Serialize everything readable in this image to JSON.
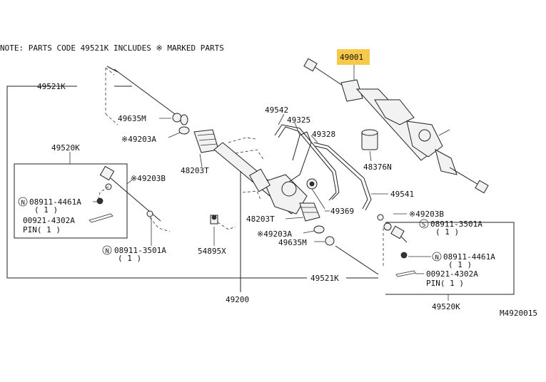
{
  "note": "NOTE: PARTS CODE 49521K INCLUDES ※ MARKED PARTS",
  "figure_code": "M4920015",
  "highlight_color": "#f7c948",
  "labels": {
    "p49001": "49001",
    "p49521k_top": "49521K",
    "p49635m_top": "49635M",
    "p49203a_top": "※49203A",
    "p49520k_left": "49520K",
    "p49203b_left": "※49203B",
    "p08911_4461a_left": "08911-4461A",
    "p08911_4461a_left_qty": "( 1 )",
    "p00921_4302a_left": "00921-4302A",
    "p_pin_left": "PIN( 1 )",
    "p08911_3501a_left": "08911-3501A",
    "p08911_3501a_left_qty": "( 1 )",
    "p48203t_top": "48203T",
    "p54895x": "54895X",
    "p49200": "49200",
    "p49542": "49542",
    "p49325": "49325",
    "p49328": "49328",
    "p48376n": "48376N",
    "p49541": "49541",
    "p49369": "49369",
    "p48203t_bottom": "48203T",
    "p49203a_bottom": "※49203A",
    "p49635m_bottom": "49635M",
    "p49521k_bottom": "49521K",
    "p49203b_right": "※49203B",
    "p08911_3501a_right": "08911-3501A",
    "p08911_3501a_right_qty": "( 1 )",
    "p08911_4461a_right": "08911-4461A",
    "p08911_4461a_right_qty": "( 1 )",
    "p00921_4302a_right": "00921-4302A",
    "p_pin_right": "PIN( 1 )",
    "p49520k_right": "49520K"
  }
}
